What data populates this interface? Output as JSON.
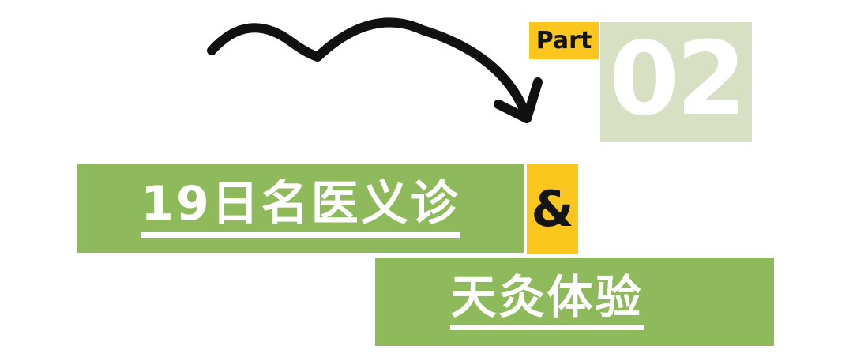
{
  "part_badge": {
    "label": "Part"
  },
  "section_number": {
    "value": "02"
  },
  "heading": {
    "line1": "19日名医义诊",
    "connector": "&",
    "line2": "天灸体验"
  },
  "icons": {
    "arrow": "hand-drawn-curved-arrow-pointing-down-right"
  },
  "colors": {
    "green": "#8eba5b",
    "light_green": "#d8e0c4",
    "yellow": "#fbc61e",
    "ink": "#141414",
    "paper": "#ffffff"
  }
}
